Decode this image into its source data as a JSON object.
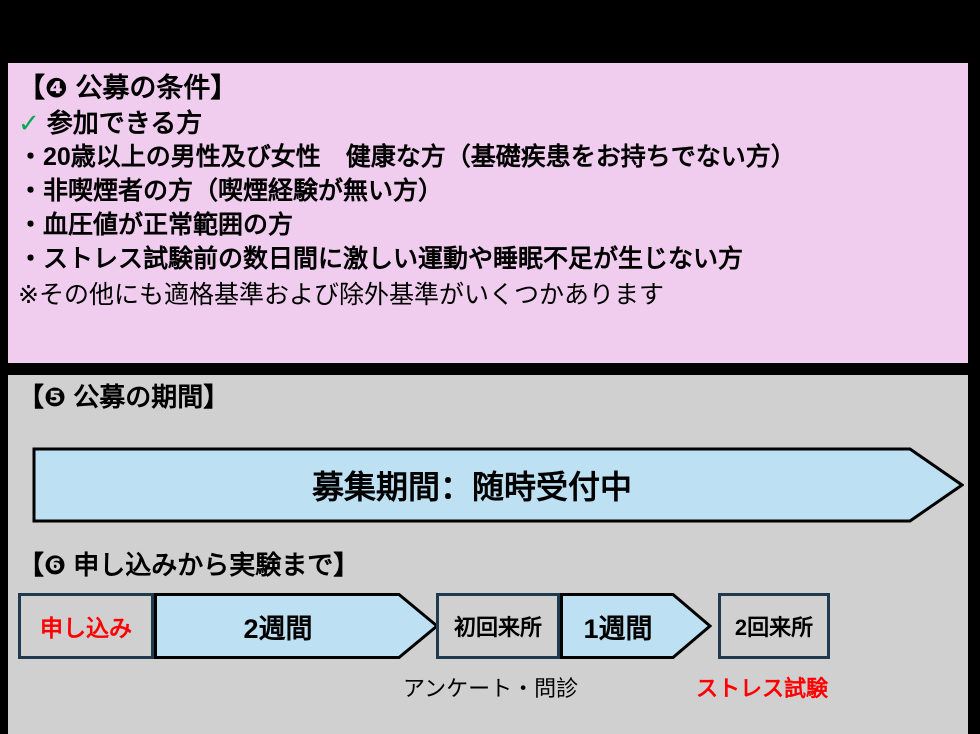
{
  "colors": {
    "page_background": "#000000",
    "pink_panel": "#f0cdee",
    "gray_panel": "#d0d0d0",
    "light_blue": "#bde0f2",
    "box_gray": "#d0d0d0",
    "border_dark": "#1f3a4d",
    "check_green": "#00a84f",
    "accent_red": "#ff0000",
    "text_black": "#000000"
  },
  "section4": {
    "heading": "【❹ 公募の条件】",
    "check_icon": "check-icon",
    "check_label": "参加できる方",
    "bullets": [
      "・20歳以上の男性及び女性　健康な方（基礎疾患をお持ちでない方）",
      "・非喫煙者の方（喫煙経験が無い方）",
      "・血圧値が正常範囲の方",
      "・ストレス試験前の数日間に激しい運動や睡眠不足が生じない方"
    ],
    "note": "※その他にも適格基準および除外基準がいくつかあります"
  },
  "section5": {
    "heading": "【❺ 公募の期間】",
    "banner_text": "募集期間：随時受付中"
  },
  "section6": {
    "heading": "【❻ 申し込みから実験まで】",
    "steps": [
      {
        "label": "申し込み",
        "kind": "box",
        "color": "gray",
        "text_color": "red",
        "caption": ""
      },
      {
        "label": "2週間",
        "kind": "arrow",
        "color": "blue",
        "text_color": "black",
        "caption": ""
      },
      {
        "label": "初回来所",
        "kind": "box",
        "color": "gray",
        "text_color": "black",
        "caption": "アンケート・問診"
      },
      {
        "label": "1週間",
        "kind": "arrow",
        "color": "blue",
        "text_color": "black",
        "caption": ""
      },
      {
        "label": "2回来所",
        "kind": "box",
        "color": "gray",
        "text_color": "black",
        "caption": "ストレス試験"
      }
    ],
    "captions": {
      "first_visit": "アンケート・問診",
      "second_visit": "ストレス試験"
    }
  }
}
